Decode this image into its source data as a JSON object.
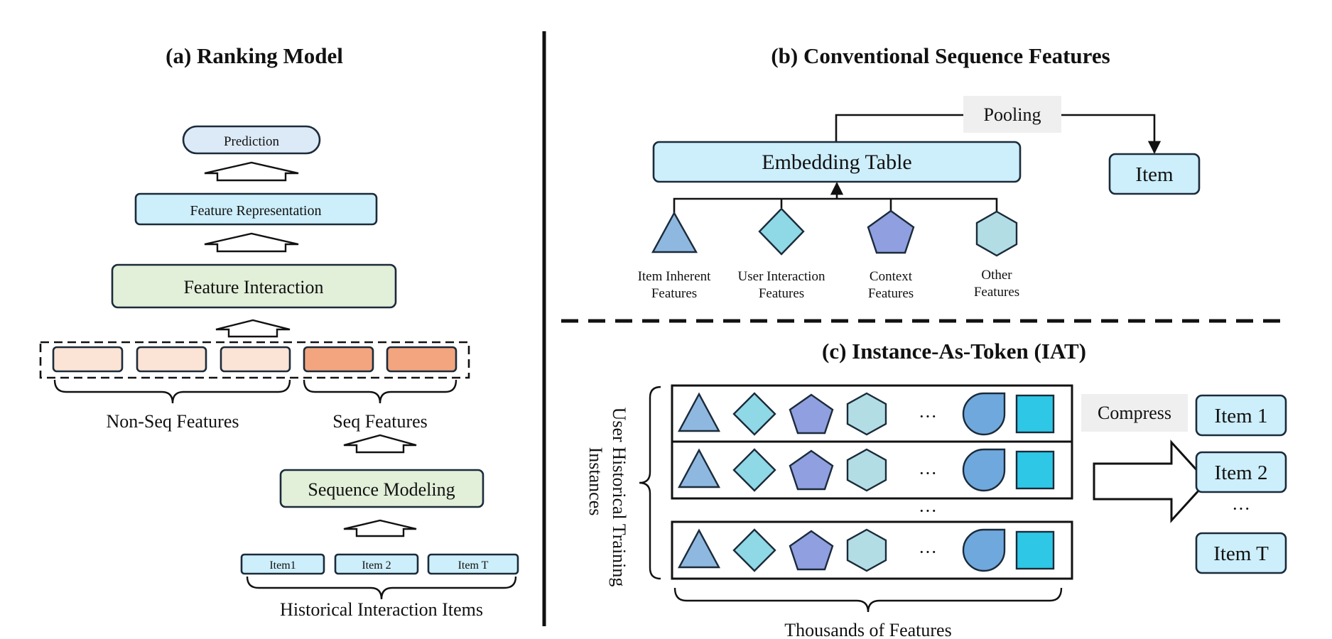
{
  "colors": {
    "light_blue": "#cdeefb",
    "light_green": "#e2efd9",
    "pale_peach": "#fbe3d5",
    "orange": "#f2a57f",
    "prediction": "#dceaf7",
    "gray_label": "#efefef",
    "triangle": "#8fb8e0",
    "diamond": "#8fd8e6",
    "pentagon": "#8f9fe0",
    "hexagon": "#b3dde4",
    "teardrop": "#6fa8dc",
    "square": "#2fc7e6"
  },
  "panel_a": {
    "title": "(a) Ranking Model",
    "prediction": "Prediction",
    "feature_representation": "Feature Representation",
    "feature_interaction": "Feature Interaction",
    "non_seq_features": "Non-Seq Features",
    "seq_features": "Seq Features",
    "sequence_modeling": "Sequence Modeling",
    "items": [
      "Item1",
      "Item 2",
      "Item T"
    ],
    "historical_items": "Historical Interaction Items"
  },
  "panel_b": {
    "title": "(b) Conventional Sequence Features",
    "pooling": "Pooling",
    "embedding_table": "Embedding Table",
    "item": "Item",
    "feature_types": [
      {
        "icon": "triangle-icon",
        "line1": "Item Inherent",
        "line2": "Features"
      },
      {
        "icon": "diamond-icon",
        "line1": "User Interaction",
        "line2": "Features"
      },
      {
        "icon": "pentagon-icon",
        "line1": "Context",
        "line2": "Features"
      },
      {
        "icon": "hexagon-icon",
        "line1": "Other",
        "line2": "Features"
      }
    ]
  },
  "panel_c": {
    "title": "(c) Instance-As-Token (IAT)",
    "side_label_line1": "User Historical Training",
    "side_label_line2": "Instances",
    "ellipsis": "···",
    "compress": "Compress",
    "items": [
      "Item 1",
      "Item 2",
      "Item T"
    ],
    "thousands": "Thousands of Features"
  }
}
